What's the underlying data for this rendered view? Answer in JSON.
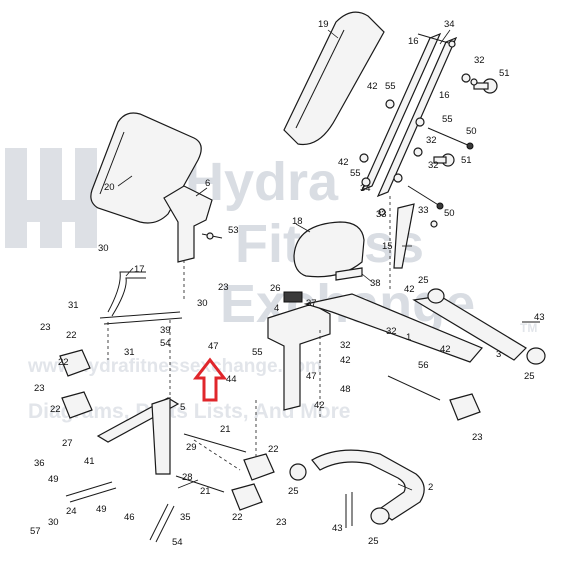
{
  "watermark": {
    "brand_line1": "Hydra",
    "brand_line2": "Fitness",
    "brand_line3": "Exchange",
    "trademark": "TM",
    "url": "www.hydrafitnessexchange.com",
    "tagline": "Diagrams, Parts Lists, And More"
  },
  "highlight_arrow": {
    "color": "#e0262b",
    "direction": "up"
  },
  "callouts": [
    {
      "id": "c-19",
      "text": "19"
    },
    {
      "id": "c-34",
      "text": "34"
    },
    {
      "id": "c-16a",
      "text": "16"
    },
    {
      "id": "c-32a",
      "text": "32"
    },
    {
      "id": "c-51a",
      "text": "51"
    },
    {
      "id": "c-42a",
      "text": "42"
    },
    {
      "id": "c-55a",
      "text": "55"
    },
    {
      "id": "c-16b",
      "text": "16"
    },
    {
      "id": "c-55b",
      "text": "55"
    },
    {
      "id": "c-50a",
      "text": "50"
    },
    {
      "id": "c-32b",
      "text": "32"
    },
    {
      "id": "c-42b",
      "text": "42"
    },
    {
      "id": "c-55c",
      "text": "55"
    },
    {
      "id": "c-32c",
      "text": "32"
    },
    {
      "id": "c-51b",
      "text": "51"
    },
    {
      "id": "c-34b",
      "text": "34"
    },
    {
      "id": "c-33a",
      "text": "33"
    },
    {
      "id": "c-33b",
      "text": "33"
    },
    {
      "id": "c-50b",
      "text": "50"
    },
    {
      "id": "c-20",
      "text": "20"
    },
    {
      "id": "c-6",
      "text": "6"
    },
    {
      "id": "c-53",
      "text": "53"
    },
    {
      "id": "c-18",
      "text": "18"
    },
    {
      "id": "c-15",
      "text": "15"
    },
    {
      "id": "c-30a",
      "text": "30"
    },
    {
      "id": "c-17",
      "text": "17"
    },
    {
      "id": "c-38",
      "text": "38"
    },
    {
      "id": "c-23a",
      "text": "23"
    },
    {
      "id": "c-26",
      "text": "26"
    },
    {
      "id": "c-25a",
      "text": "25"
    },
    {
      "id": "c-42c",
      "text": "42"
    },
    {
      "id": "c-31a",
      "text": "31"
    },
    {
      "id": "c-30b",
      "text": "30"
    },
    {
      "id": "c-4",
      "text": "4"
    },
    {
      "id": "c-37",
      "text": "37"
    },
    {
      "id": "c-43a",
      "text": "43"
    },
    {
      "id": "c-23b",
      "text": "23"
    },
    {
      "id": "c-39",
      "text": "39"
    },
    {
      "id": "c-22a",
      "text": "22"
    },
    {
      "id": "c-54a",
      "text": "54"
    },
    {
      "id": "c-31b",
      "text": "31"
    },
    {
      "id": "c-47a",
      "text": "47"
    },
    {
      "id": "c-32d",
      "text": "32"
    },
    {
      "id": "c-1",
      "text": "1"
    },
    {
      "id": "c-42d",
      "text": "42"
    },
    {
      "id": "c-3",
      "text": "3"
    },
    {
      "id": "c-22b",
      "text": "22"
    },
    {
      "id": "c-55d",
      "text": "55"
    },
    {
      "id": "c-32e",
      "text": "32"
    },
    {
      "id": "c-25b",
      "text": "25"
    },
    {
      "id": "c-44",
      "text": "44"
    },
    {
      "id": "c-42e",
      "text": "42"
    },
    {
      "id": "c-47b",
      "text": "47"
    },
    {
      "id": "c-56",
      "text": "56"
    },
    {
      "id": "c-23c",
      "text": "23"
    },
    {
      "id": "c-48",
      "text": "48"
    },
    {
      "id": "c-5",
      "text": "5"
    },
    {
      "id": "c-42f",
      "text": "42"
    },
    {
      "id": "c-22c",
      "text": "22"
    },
    {
      "id": "c-23d",
      "text": "23"
    },
    {
      "id": "c-27",
      "text": "27"
    },
    {
      "id": "c-21a",
      "text": "21"
    },
    {
      "id": "c-29",
      "text": "29"
    },
    {
      "id": "c-22d",
      "text": "22"
    },
    {
      "id": "c-36",
      "text": "36"
    },
    {
      "id": "c-41",
      "text": "41"
    },
    {
      "id": "c-49a",
      "text": "49"
    },
    {
      "id": "c-2",
      "text": "2"
    },
    {
      "id": "c-28",
      "text": "28"
    },
    {
      "id": "c-25c",
      "text": "25"
    },
    {
      "id": "c-24",
      "text": "24"
    },
    {
      "id": "c-21b",
      "text": "21"
    },
    {
      "id": "c-49b",
      "text": "49"
    },
    {
      "id": "c-46",
      "text": "46"
    },
    {
      "id": "c-30c",
      "text": "30"
    },
    {
      "id": "c-35",
      "text": "35"
    },
    {
      "id": "c-22e",
      "text": "22"
    },
    {
      "id": "c-23e",
      "text": "23"
    },
    {
      "id": "c-57",
      "text": "57"
    },
    {
      "id": "c-43b",
      "text": "43"
    },
    {
      "id": "c-54b",
      "text": "54"
    },
    {
      "id": "c-25d",
      "text": "25"
    }
  ]
}
